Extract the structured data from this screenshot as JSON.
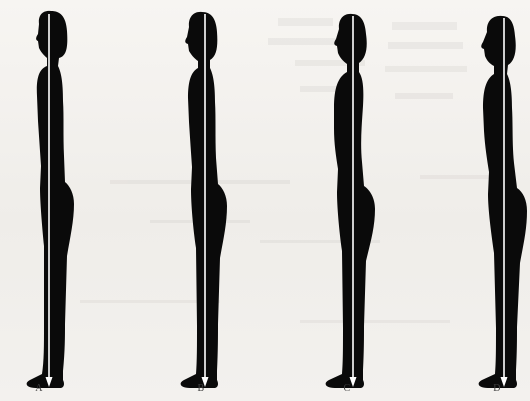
{
  "figures": [
    {
      "label": "A",
      "posture": "upright"
    },
    {
      "label": "B",
      "posture": "slight-forward"
    },
    {
      "label": "C",
      "posture": "sway-back"
    },
    {
      "label": "D",
      "posture": "forward-lean"
    }
  ],
  "colors": {
    "silhouette": "#0a0a0a",
    "plumb_line": "#ffffff",
    "label_text": "#3d3d3d",
    "background": "#f4f2ef"
  }
}
